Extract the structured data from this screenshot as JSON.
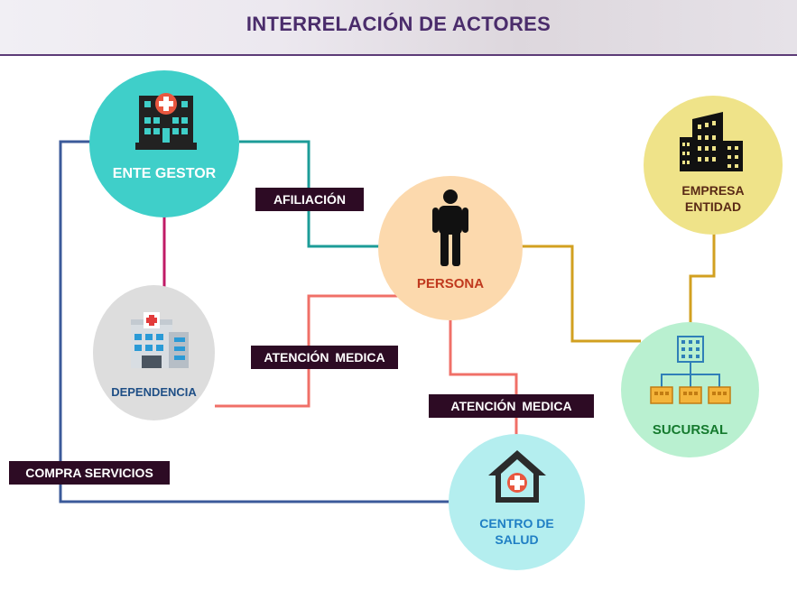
{
  "header": {
    "title": "INTERRELACIÓN DE ACTORES"
  },
  "nodes": {
    "ente_gestor": {
      "label": "ENTE GESTOR",
      "icon": "hospital-building-icon"
    },
    "dependencia": {
      "label": "DEPENDENCIA",
      "icon": "hospital-icon"
    },
    "persona": {
      "label": "PERSONA",
      "icon": "person-icon"
    },
    "empresa": {
      "label_line1": "EMPRESA",
      "label_line2": "ENTIDAD",
      "icon": "office-buildings-icon"
    },
    "sucursal": {
      "label": "SUCURSAL",
      "icon": "org-chart-icon"
    },
    "centro_salud": {
      "label_line1": "CENTRO DE",
      "label_line2": "SALUD",
      "icon": "health-house-icon"
    }
  },
  "relations": {
    "afiliacion": "AFILIACIÓN",
    "atencion_dependencia": "ATENCIÓN  MEDICA",
    "atencion_centro": "ATENCIÓN  MEDICA",
    "compra_servicios": "COMPRA SERVICIOS"
  },
  "colors": {
    "header_text": "#4a2c6b",
    "tag_bg": "#2d0b24",
    "line_teal": "#1c9c98",
    "line_magenta": "#c01a66",
    "line_salmon": "#f07068",
    "line_gold": "#d2a020",
    "line_blue": "#3b5a9a"
  }
}
